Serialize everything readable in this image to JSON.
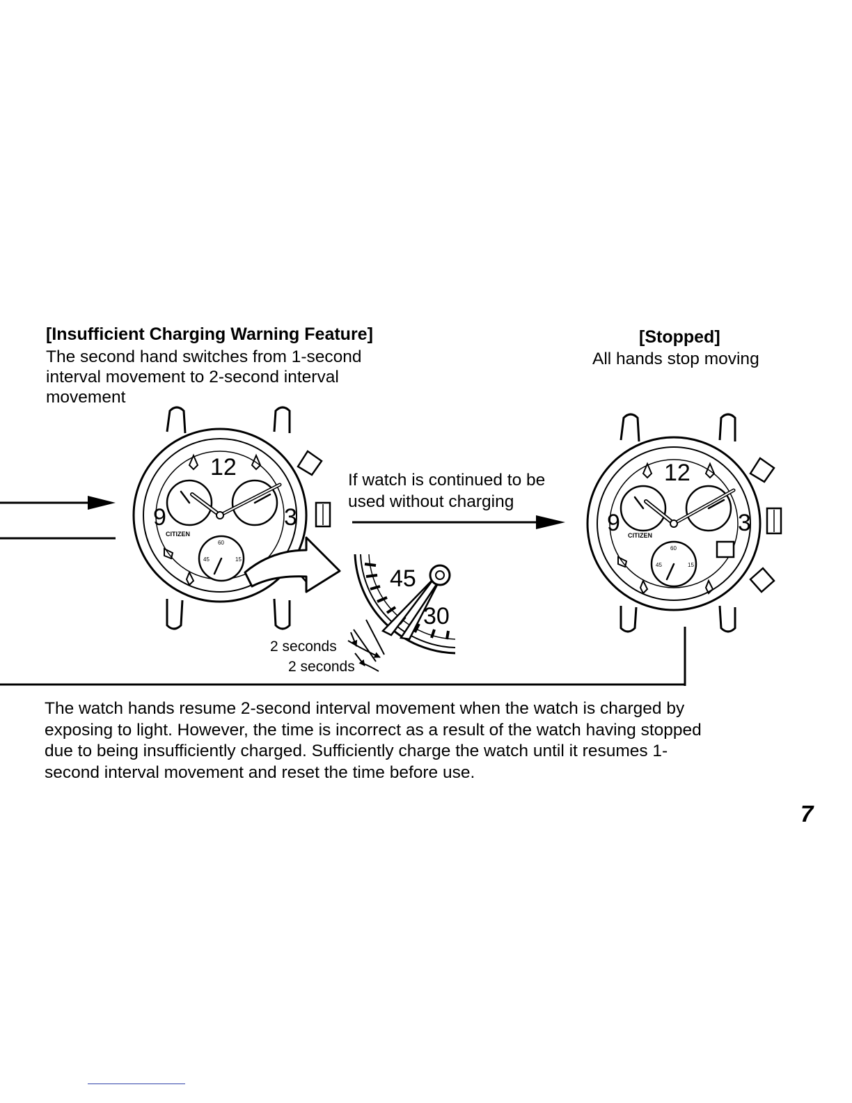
{
  "left_section": {
    "title": "[Insufficient Charging Warning Feature]",
    "lines": [
      "The second hand switches from 1-second",
      "interval movement to 2-second interval",
      "movement"
    ]
  },
  "right_section": {
    "title": "[Stopped]",
    "description": "All hands stop moving"
  },
  "transition": {
    "lines": [
      "If watch is continued to be",
      "used without charging"
    ]
  },
  "watch": {
    "brand": "CITIZEN",
    "numerals": {
      "twelve": "12",
      "nine": "9",
      "three": "3"
    },
    "subdial_top": "60",
    "subdial_left": "45",
    "subdial_right": "15"
  },
  "detail": {
    "mark_45": "45",
    "mark_30": "30",
    "label_1": "2 seconds",
    "label_2": "2 seconds"
  },
  "bottom_paragraph": [
    "The watch hands resume 2-second interval movement when the watch is charged by",
    "exposing to light.  However, the time is incorrect as a result of the watch having stopped",
    "due to being insufficiently charged.  Sufficiently charge the watch until it resumes 1-",
    "second interval movement and reset the time before use."
  ],
  "page_number": "7"
}
